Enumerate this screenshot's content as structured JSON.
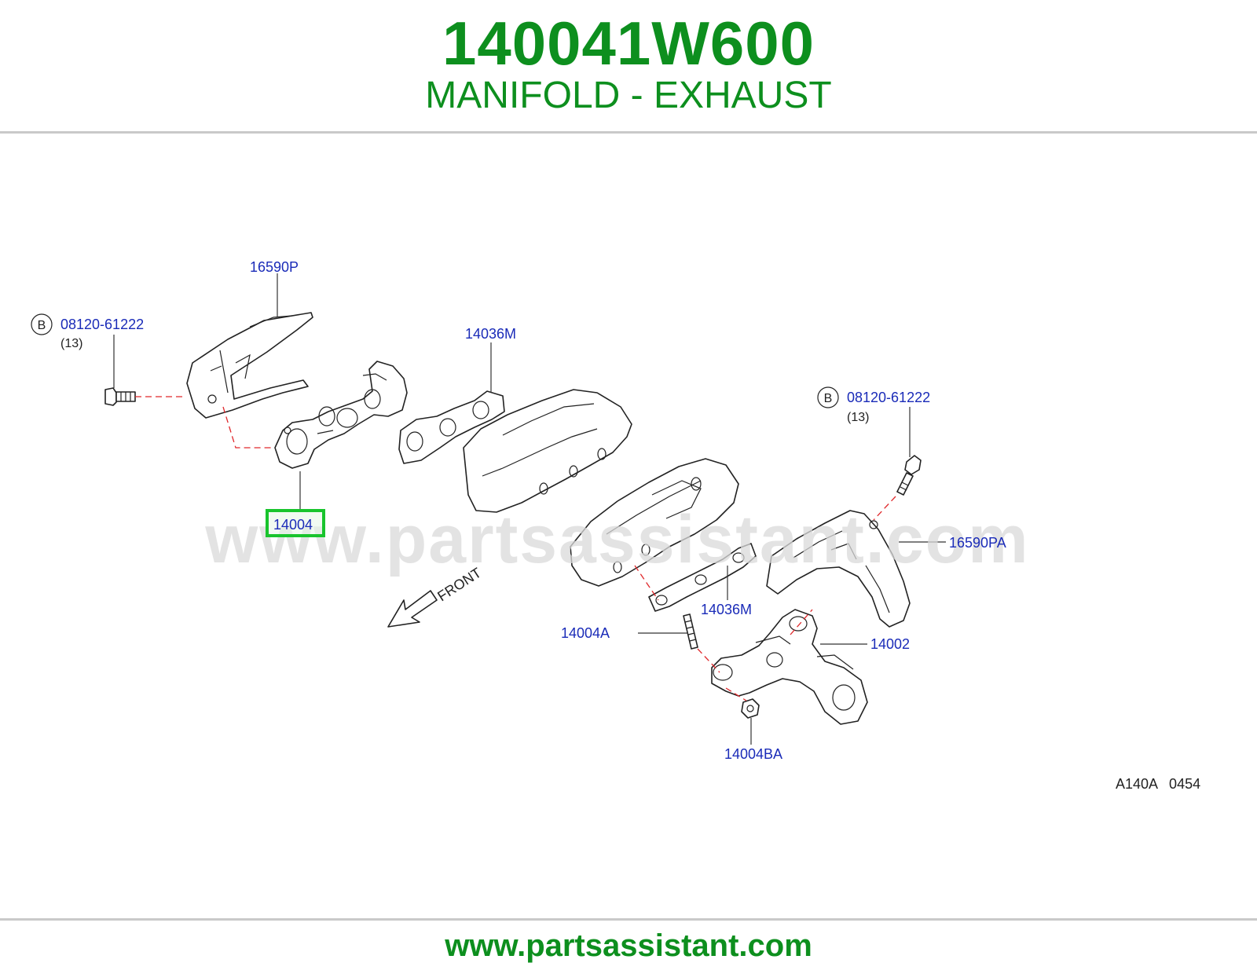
{
  "header": {
    "part_number": "140041W600",
    "part_name": "MANIFOLD - EXHAUST"
  },
  "diagram": {
    "watermark": "www.partsassistant.com",
    "front_label": "FRONT",
    "reference_code": "A140A   0454",
    "highlight_color": "#19c42d",
    "callouts": {
      "heat_insulator_left": "16590P",
      "bolt_left": "08120-61222",
      "bolt_left_qty": "(13)",
      "bolt_left_badge": "B",
      "gasket_left": "14036M",
      "manifold_left": "14004",
      "bolt_right": "08120-61222",
      "bolt_right_qty": "(13)",
      "bolt_right_badge": "B",
      "heat_insulator_right": "16590PA",
      "gasket_right": "14036M",
      "stud": "14004A",
      "manifold_right": "14002",
      "nut": "14004BA"
    }
  },
  "footer": {
    "url": "www.partsassistant.com"
  }
}
